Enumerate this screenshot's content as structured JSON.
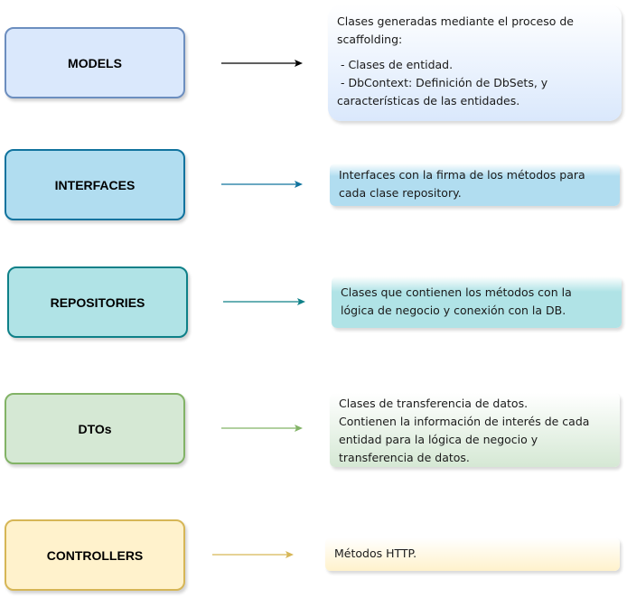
{
  "layers": [
    {
      "id": "models",
      "label": "MODELS",
      "fill": "#dae8fc",
      "stroke": "#6c8ebf",
      "arrow_color": "#000000",
      "desc_fill": "#dae8fc",
      "description": {
        "intro": [
          "Clases generadas mediante el proceso de",
          "scaffolding:"
        ],
        "items": [
          " - Clases de entidad.",
          " - DbContext: Definición de DbSets, y",
          "características de las entidades."
        ]
      }
    },
    {
      "id": "interfaces",
      "label": "INTERFACES",
      "fill": "#b1ddf0",
      "stroke": "#10739e",
      "arrow_color": "#10739e",
      "desc_fill": "#b1ddf0",
      "description": {
        "intro": [
          "Interfaces con la firma de los métodos para",
          "cada clase repository."
        ]
      }
    },
    {
      "id": "repositories",
      "label": "REPOSITORIES",
      "fill": "#b0e3e6",
      "stroke": "#0e8088",
      "arrow_color": "#0e8088",
      "desc_fill": "#b0e3e6",
      "description": {
        "intro": [
          "Clases que contienen los métodos con la",
          "lógica de negocio y conexión con la DB."
        ]
      }
    },
    {
      "id": "dtos",
      "label": "DTOs",
      "fill": "#d5e8d4",
      "stroke": "#82b366",
      "arrow_color": "#82b366",
      "desc_fill": "#d5e8d4",
      "description": {
        "intro": [
          "Clases de transferencia de datos.",
          "Contienen la información de interés de cada",
          "entidad para la lógica de negocio y",
          "transferencia de datos."
        ]
      }
    },
    {
      "id": "controllers",
      "label": "CONTROLLERS",
      "fill": "#fff2cc",
      "stroke": "#d6b656",
      "arrow_color": "#d6b656",
      "desc_fill": "#fff2cc",
      "description": {
        "intro": [
          "Métodos HTTP."
        ]
      }
    }
  ]
}
